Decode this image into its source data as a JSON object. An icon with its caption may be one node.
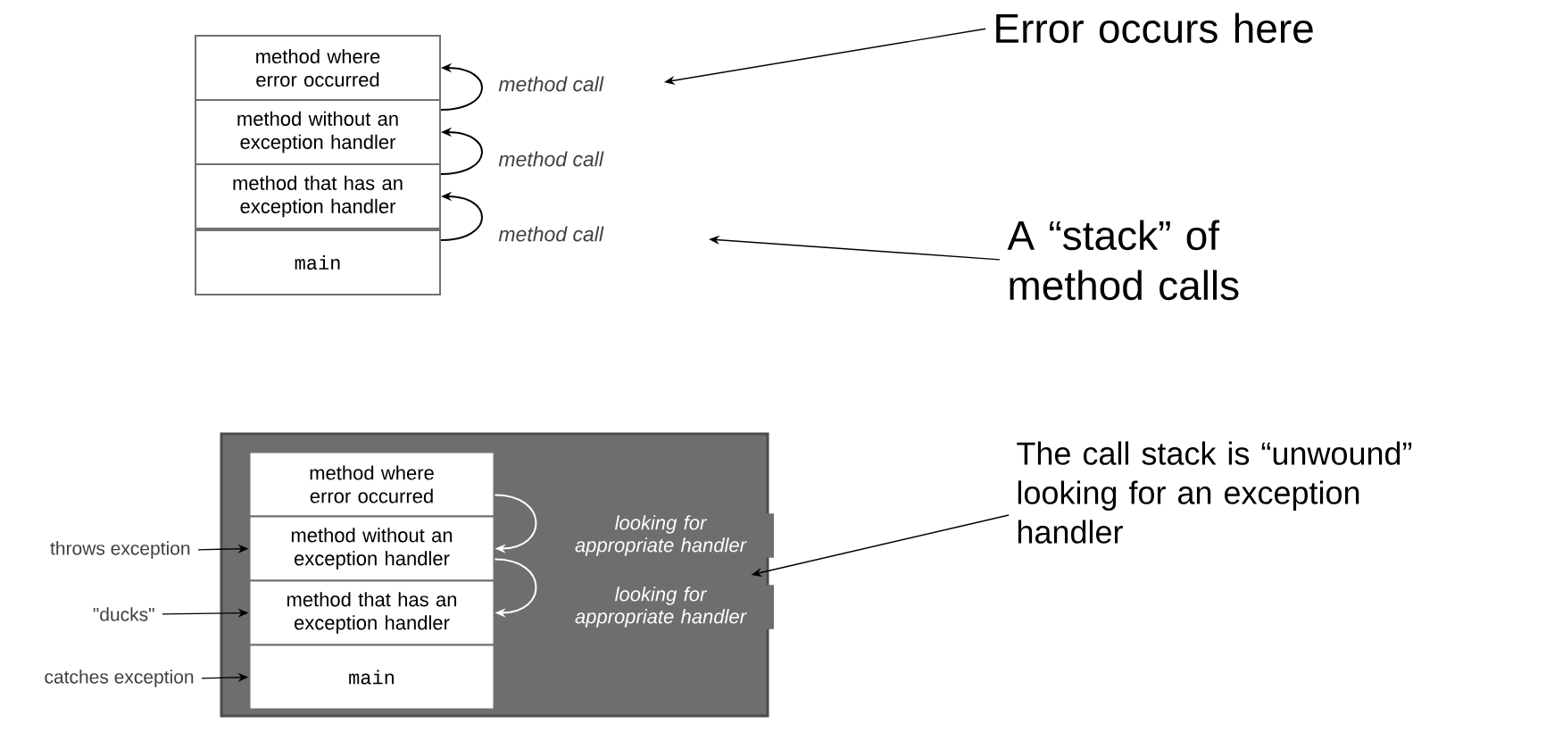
{
  "diagram": {
    "nodes": [
      {
        "text": [
          "method where error occurred"
        ]
      },
      {
        "text": [
          "method without  an exception handler"
        ]
      },
      {
        "text": [
          "method that has an exception handler"
        ]
      },
      {
        "text": [
          "main"
        ]
      },
      {
        "text": [
          "Error occurs here"
        ]
      },
      {
        "text": [
          "A “stack” of method calls"
        ]
      },
      {
        "text": [],
        "shape": "box"
      },
      {
        "text": [
          "method where error occurred"
        ],
        "in": 6
      },
      {
        "text": [
          "method without  an exception handler"
        ],
        "in": 6
      },
      {
        "text": [
          "method that has an exception handler"
        ],
        "in": 6
      },
      {
        "text": [
          "main"
        ],
        "in": 6
      },
      {
        "text": [
          "throws exception"
        ]
      },
      {
        "text": [
          "\"ducks\""
        ]
      },
      {
        "text": [
          "catches exception"
        ]
      },
      {
        "text": [
          "The call stack is “unwound” looking for an exception handler"
        ]
      }
    ],
    "edges": [
      {
        "from": 1,
        "to": 0,
        "arrow": "to",
        "label": "method call"
      },
      {
        "from": 2,
        "to": 1,
        "arrow": "to",
        "label": "method call"
      },
      {
        "from": 3,
        "to": 2,
        "arrow": "to",
        "label": "method call"
      },
      {
        "from": 4,
        "to": null,
        "arrow": "to"
      },
      {
        "from": 5,
        "to": null,
        "arrow": "to"
      },
      {
        "from": 7,
        "to": 8,
        "arrow": "to",
        "label": "looking for appropriate handler",
        "color": "#ffffff"
      },
      {
        "from": 8,
        "to": 9,
        "arrow": "to",
        "label": "looking for appropriate handler",
        "color": "#ffffff"
      },
      {
        "from": 11,
        "to": 8,
        "arrow": "to"
      },
      {
        "from": 12,
        "to": 9,
        "arrow": "to"
      },
      {
        "from": 13,
        "to": 10,
        "arrow": "to"
      },
      {
        "from": 14,
        "to": 6,
        "arrow": "to"
      }
    ]
  }
}
